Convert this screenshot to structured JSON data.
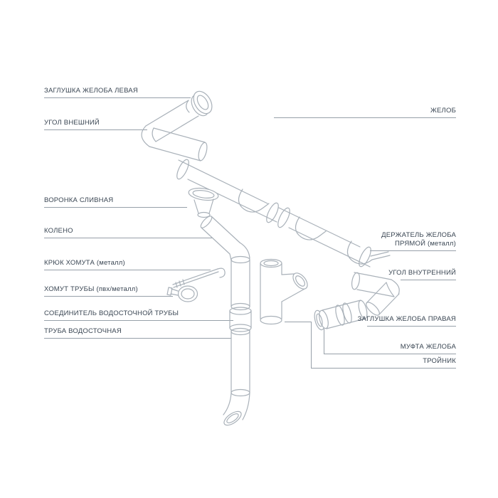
{
  "colors": {
    "background": "#ffffff",
    "drawing_line": "#a9b1b9",
    "leader_line": "#97a0a9",
    "label_text": "#3a4653"
  },
  "diagram": {
    "labels": {
      "left": [
        {
          "text": "ЗАГЛУШКА ЖЕЛОБА ЛЕВАЯ"
        },
        {
          "text": "УГОЛ ВНЕШНИЙ"
        },
        {
          "text": "ВОРОНКА СЛИВНАЯ"
        },
        {
          "text": "КОЛЕНО"
        },
        {
          "text": "КРЮК ХОМУТА (металл)"
        },
        {
          "text": "ХОМУТ ТРУБЫ (пвх/металл)"
        },
        {
          "text": "СОЕДИНИТЕЛЬ ВОДОСТОЧНОЙ ТРУБЫ"
        },
        {
          "text": "ТРУБА ВОДОСТОЧНАЯ"
        }
      ],
      "right": [
        {
          "text": "ЖЕЛОБ"
        },
        {
          "text": "ДЕРЖАТЕЛЬ ЖЕЛОБА ПРЯМОЙ (металл)"
        },
        {
          "text": "УГОЛ ВНУТРЕННИЙ"
        },
        {
          "text": "ЗАГЛУШКА ЖЕЛОБА ПРАВАЯ"
        },
        {
          "text": "МУФТА ЖЕЛОБА"
        },
        {
          "text": "ТРОЙНИК"
        }
      ]
    },
    "part_icons": [
      "gutter-end-cap-left-icon",
      "outer-corner-icon",
      "gutter-icon",
      "drain-funnel-icon",
      "elbow-icon",
      "clamp-hook-metal-icon",
      "pipe-clamp-icon",
      "downpipe-connector-icon",
      "downpipe-icon",
      "gutter-holder-straight-metal-icon",
      "inner-corner-icon",
      "gutter-end-cap-right-icon",
      "gutter-coupling-icon",
      "tee-icon"
    ]
  }
}
